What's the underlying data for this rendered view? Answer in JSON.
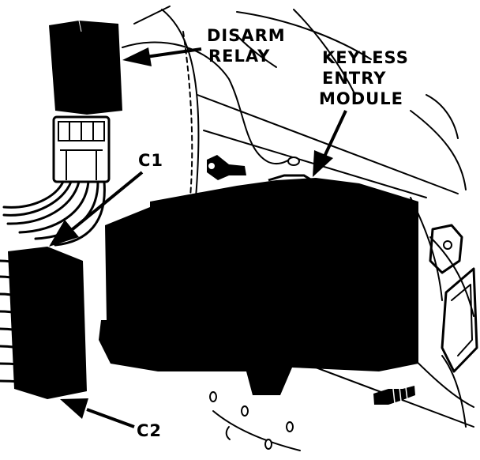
{
  "labels": {
    "disarm_relay_line1": "DISARM",
    "disarm_relay_line2": "RELAY",
    "keyless_line1": "KEYLESS",
    "keyless_line2": "ENTRY",
    "keyless_line3": "MODULE",
    "c1": "C1",
    "c2": "C2"
  },
  "colors": {
    "ink": "#000000",
    "paper": "#ffffff"
  }
}
